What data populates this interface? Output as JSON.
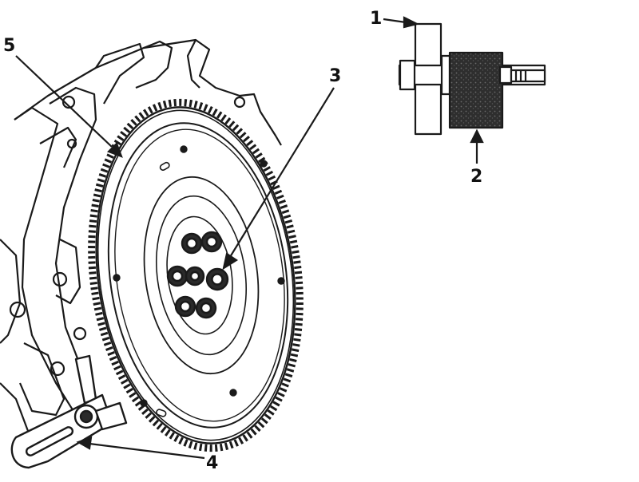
{
  "callouts": {
    "c1": "1",
    "c2": "2",
    "c3": "3",
    "c4": "4",
    "c5": "5"
  },
  "colors": {
    "ink": "#1a1a1a",
    "paper": "#ffffff",
    "shading": "#3a3a3a"
  }
}
